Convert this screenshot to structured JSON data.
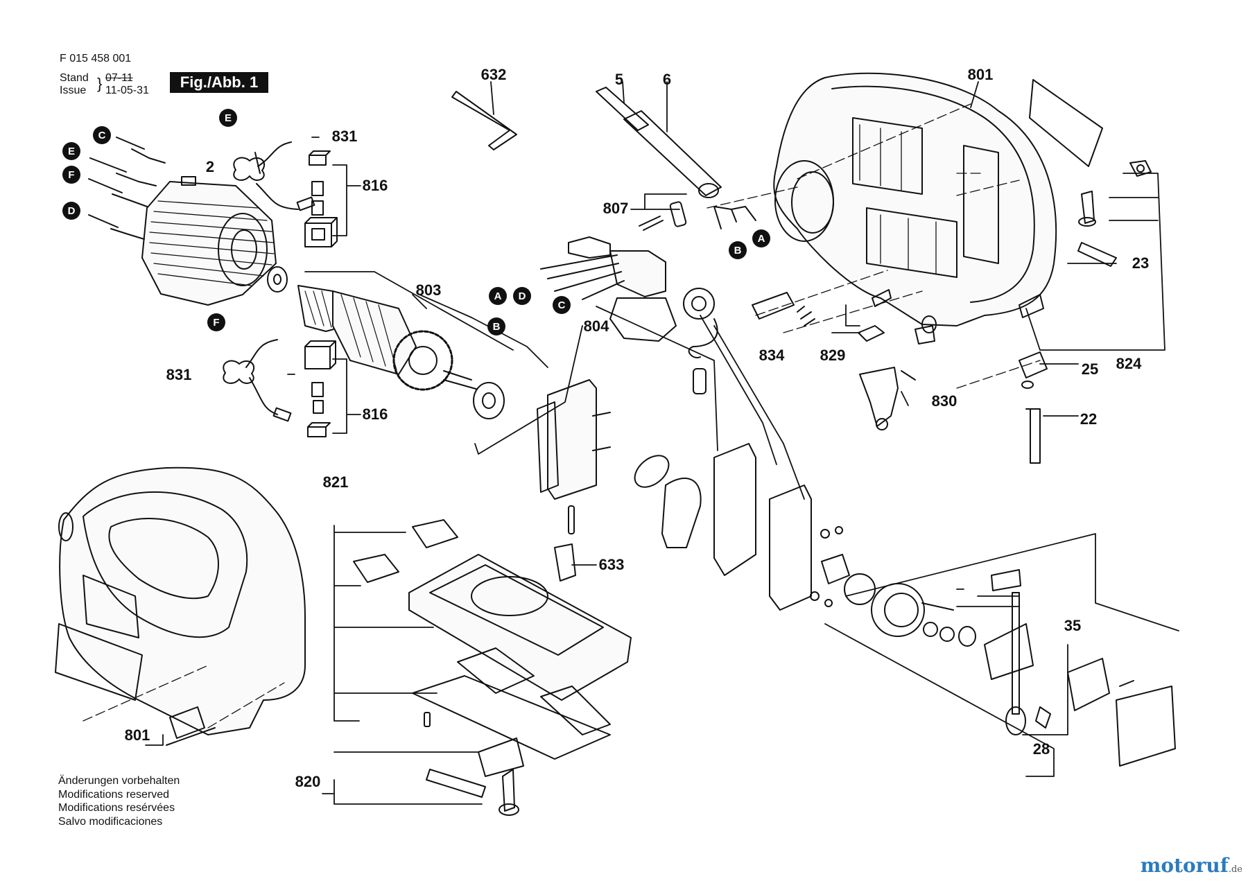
{
  "header": {
    "doc_number": "F 015 458 001",
    "stand_label": "Stand",
    "issue_label": "Issue",
    "stand_value": "07-11",
    "issue_value": "11-05-31",
    "figure_label": "Fig./Abb. 1"
  },
  "notes": [
    "Änderungen vorbehalten",
    "Modifications reserved",
    "Modifications resérvées",
    "Salvo modificaciones"
  ],
  "brand": {
    "name": "motoruf",
    "domain": ".de",
    "color": "#2a7bc0"
  },
  "part_labels": {
    "p632": "632",
    "p5": "5",
    "p6": "6",
    "p801_top": "801",
    "p831_top": "831",
    "p816_top": "816",
    "p2": "2",
    "p807": "807",
    "p803": "803",
    "p804": "804",
    "p23": "23",
    "p834": "834",
    "p829": "829",
    "p824": "824",
    "p25": "25",
    "p830": "830",
    "p22": "22",
    "p831_bot": "831",
    "p816_bot": "816",
    "p821": "821",
    "p633": "633",
    "p35": "35",
    "p28": "28",
    "p801_bot": "801",
    "p820": "820"
  },
  "connectors": {
    "C1": "C",
    "E1": "E",
    "F1": "F",
    "D1": "D",
    "E2": "E",
    "B1": "B",
    "A1": "A",
    "A2": "A",
    "D2": "D",
    "C2": "C",
    "B2": "B",
    "F2": "F"
  }
}
